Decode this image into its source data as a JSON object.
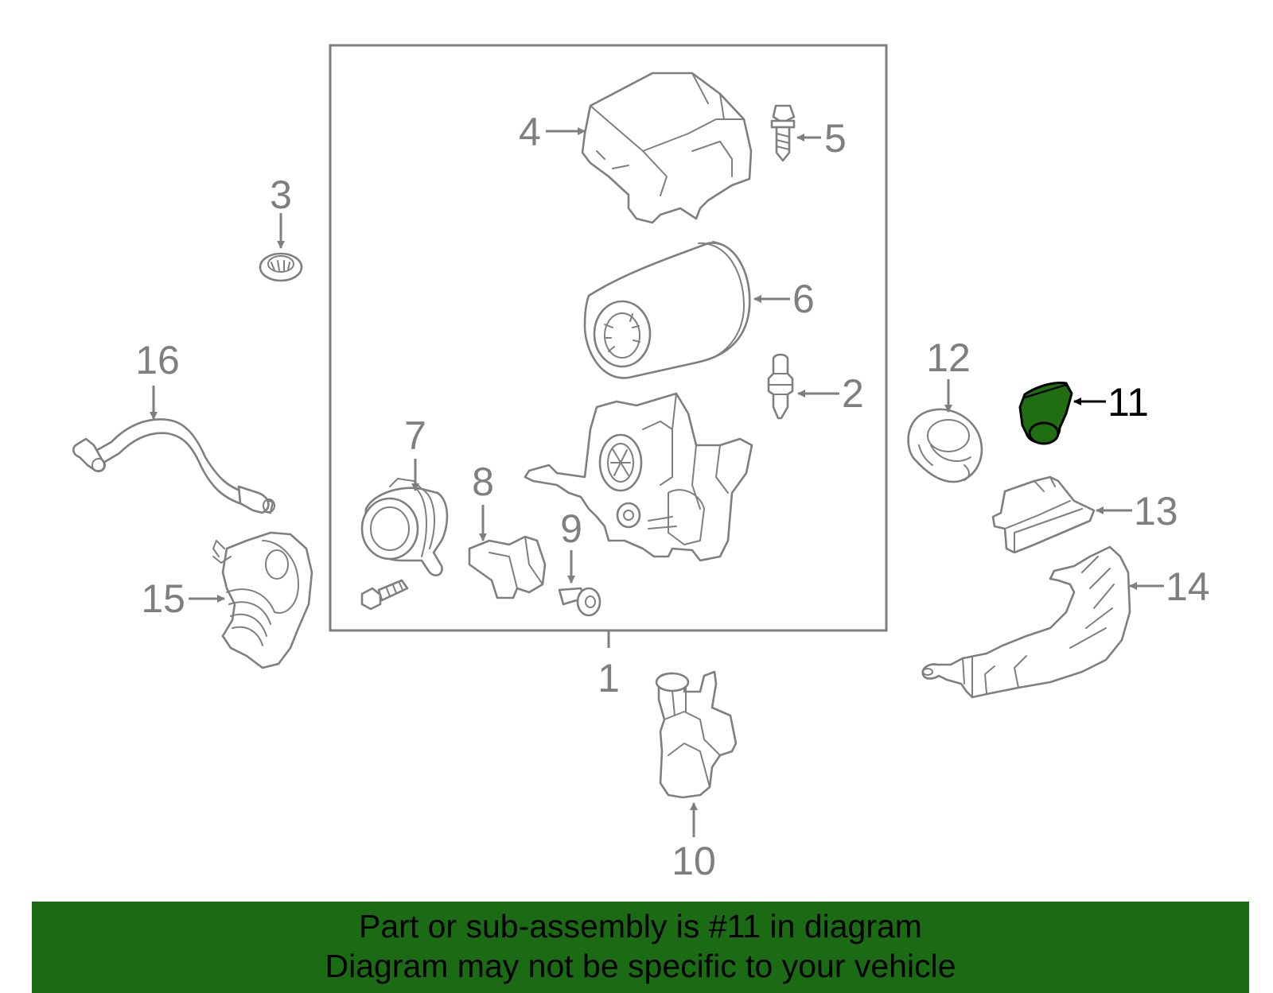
{
  "callouts": {
    "c1": "1",
    "c2": "2",
    "c3": "3",
    "c4": "4",
    "c5": "5",
    "c6": "6",
    "c7": "7",
    "c8": "8",
    "c9": "9",
    "c10": "10",
    "c11": "11",
    "c12": "12",
    "c13": "13",
    "c14": "14",
    "c15": "15",
    "c16": "16"
  },
  "highlighted_part": "11",
  "colors": {
    "highlight_fill": "#1f6e12",
    "banner_background": "#1b6b14",
    "line_art": "#7f7f7f"
  },
  "banner": {
    "line1": "Part or sub-assembly is #11 in diagram",
    "line2": "Diagram may not be specific to your vehicle"
  }
}
